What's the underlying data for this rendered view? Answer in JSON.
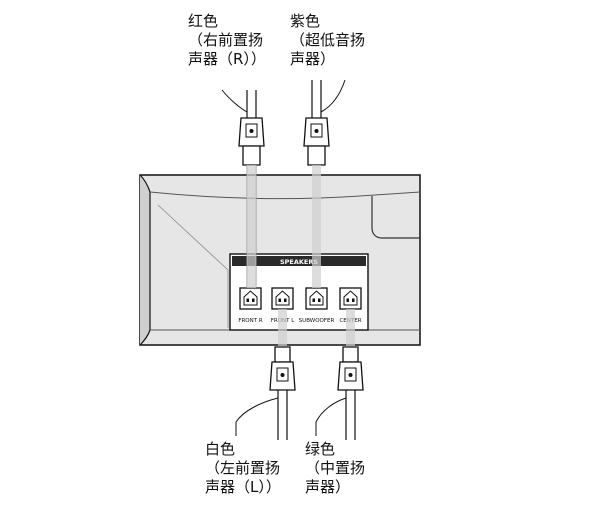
{
  "callouts": {
    "front_r": [
      "红色",
      "（右前置扬",
      "声器（R））"
    ],
    "subwoofer": [
      "紫色",
      "（超低音扬",
      "声器）"
    ],
    "front_l": [
      "白色",
      "（左前置扬",
      "声器（L））"
    ],
    "center": [
      "绿色",
      "（中置扬",
      "声器）"
    ]
  },
  "panel": {
    "title": "SPEAKERS",
    "terminals": [
      "FRONT R",
      "FRONT L",
      "SUBWOOFER",
      "CENTER"
    ]
  },
  "colors": {
    "outline": "#111111",
    "unit_fill": "#d6d6d6",
    "unit_front": "#e4e4e4",
    "panel_bar": "#2a2a2a"
  }
}
